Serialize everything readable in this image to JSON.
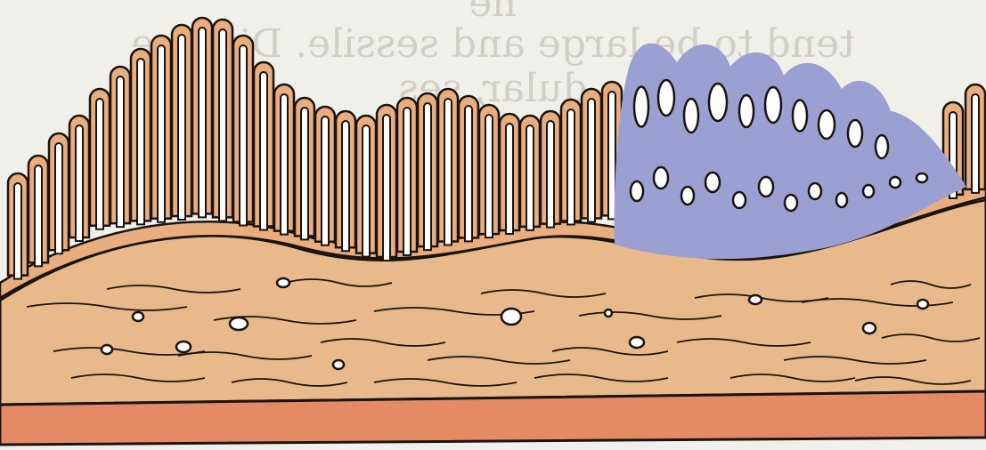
{
  "bleed_through_text": {
    "line1": "ne",
    "line2": "tend to be large and sessile. Diverse",
    "line3": "dular, ses"
  },
  "colors": {
    "background": "#f1efe9",
    "mucosa": "#e9ad7e",
    "submucosa": "#e8b98a",
    "muscularis_band": "#e48a64",
    "lesion": "#9c9fd1",
    "outline": "#1a1410",
    "lumen": "#ffffff"
  }
}
